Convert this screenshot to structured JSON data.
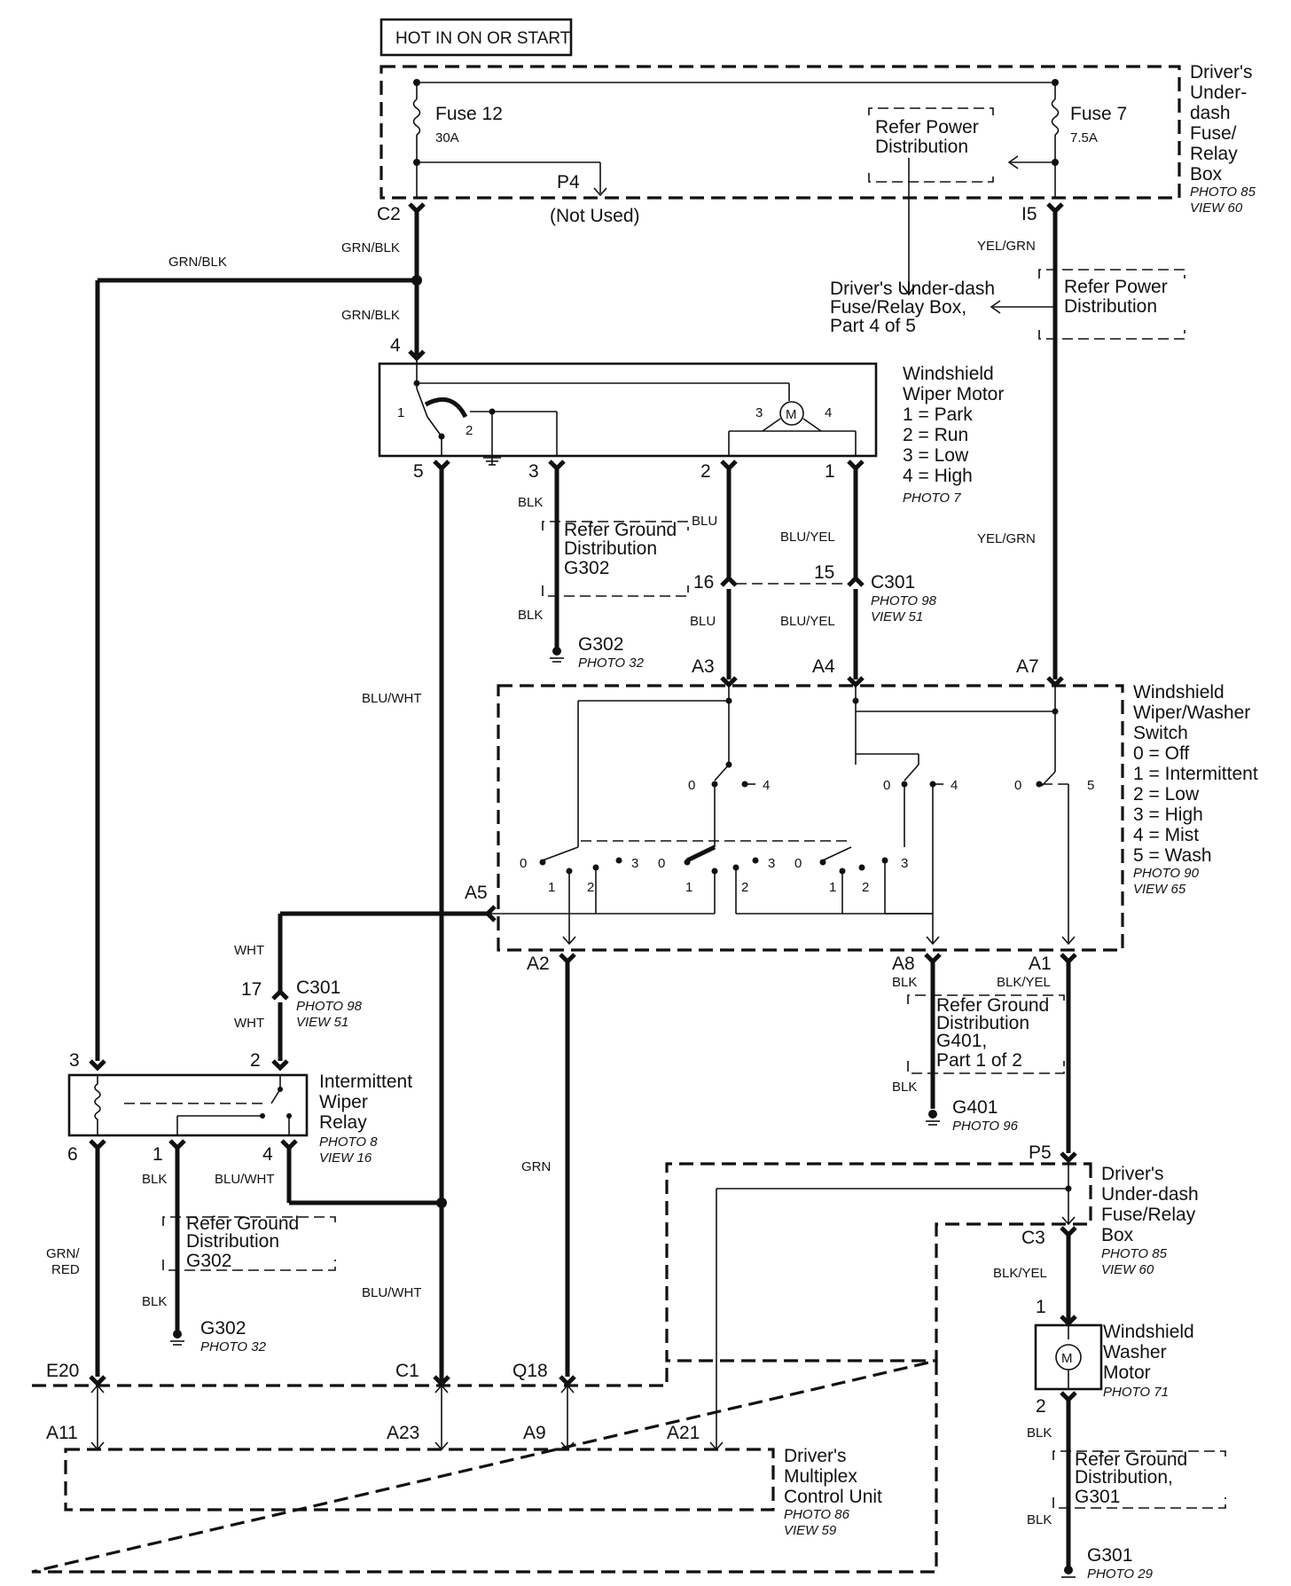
{
  "header_box": "HOT IN ON OR START",
  "fusebox_top": {
    "name": [
      "Driver's",
      "Under-",
      "dash",
      "Fuse/",
      "Relay",
      "Box"
    ],
    "photo": [
      "PHOTO 85",
      "VIEW 60"
    ],
    "fuse12": {
      "name": "Fuse 12",
      "rating": "30A"
    },
    "fuse7": {
      "name": "Fuse 7",
      "rating": "7.5A"
    },
    "refer_power": [
      "Refer Power",
      "Distribution"
    ],
    "p4": "P4",
    "not_used": "(Not Used)",
    "c2": "C2",
    "i5": "I5"
  },
  "wires": {
    "grn_blk": "GRN/BLK",
    "yel_grn": "YEL/GRN",
    "blk": "BLK",
    "blu": "BLU",
    "blu_yel": "BLU/YEL",
    "blu_wht": "BLU/WHT",
    "wht": "WHT",
    "grn": "GRN",
    "blk_yel": "BLK/YEL",
    "grn_red": [
      "GRN/",
      "RED"
    ]
  },
  "fusebox_part4": [
    "Driver's Under-dash",
    "Fuse/Relay Box,",
    "Part 4 of 5"
  ],
  "refer_power_right": [
    "Refer Power",
    "Distribution"
  ],
  "wiper_motor": {
    "title": [
      "Windshield",
      "Wiper Motor"
    ],
    "modes": [
      "1 = Park",
      "2 = Run",
      "3 = Low",
      "4 = High"
    ],
    "photo": "PHOTO 7",
    "pins": {
      "p4": "4",
      "p5": "5",
      "p3": "3",
      "p2": "2",
      "p1": "1"
    },
    "inner": {
      "i1": "1",
      "i2": "2",
      "i3": "3",
      "i4": "4",
      "motor": "M"
    }
  },
  "ground_g302_top": {
    "refer": [
      "Refer Ground",
      "Distribution",
      "G302"
    ],
    "name": "G302",
    "photo": "PHOTO 32"
  },
  "c301_top": {
    "name": "C301",
    "photo": [
      "PHOTO 98",
      "VIEW 51"
    ],
    "pin16": "16",
    "pin15": "15"
  },
  "switch": {
    "title": [
      "Windshield",
      "Wiper/Washer",
      "Switch"
    ],
    "modes": [
      "0 = Off",
      "1 = Intermittent",
      "2 = Low",
      "3 = High",
      "4 = Mist",
      "5 = Wash"
    ],
    "photo": [
      "PHOTO 90",
      "VIEW 65"
    ],
    "pins": {
      "a3": "A3",
      "a4": "A4",
      "a7": "A7",
      "a5": "A5",
      "a2": "A2",
      "a8": "A8",
      "a1": "A1"
    },
    "contacts": {
      "zero": "0",
      "one": "1",
      "two": "2",
      "three": "3",
      "four": "4",
      "five": "5"
    }
  },
  "ground_g401": {
    "refer": [
      "Refer Ground",
      "Distribution",
      "G401,",
      "Part 1 of 2"
    ],
    "name": "G401",
    "photo": "PHOTO 96"
  },
  "c301_mid": {
    "pin17": "17",
    "name": "C301",
    "photo": [
      "PHOTO 98",
      "VIEW 51"
    ]
  },
  "relay": {
    "title": [
      "Intermittent",
      "Wiper",
      "Relay"
    ],
    "photo": [
      "PHOTO 8",
      "VIEW 16"
    ],
    "pins": {
      "p3": "3",
      "p2": "2",
      "p6": "6",
      "p1": "1",
      "p4": "4"
    }
  },
  "ground_g302_bottom": {
    "refer": [
      "Refer Ground",
      "Distribution",
      "G302"
    ],
    "name": "G302",
    "photo": "PHOTO 32"
  },
  "fusebox_bottom": {
    "name": [
      "Driver's",
      "Under-dash",
      "Fuse/Relay",
      "Box"
    ],
    "photo": [
      "PHOTO 85",
      "VIEW 60"
    ],
    "p5": "P5",
    "c3": "C3"
  },
  "washer_motor": {
    "title": [
      "Windshield",
      "Washer",
      "Motor"
    ],
    "photo": "PHOTO 71",
    "pin1": "1",
    "pin2": "2",
    "motor": "M"
  },
  "ground_g301": {
    "refer": [
      "Refer Ground",
      "Distribution,",
      "G301"
    ],
    "name": "G301",
    "photo": "PHOTO 29"
  },
  "mcu": {
    "title": [
      "Driver's",
      "Multiplex",
      "Control Unit"
    ],
    "photo": [
      "PHOTO 86",
      "VIEW 59"
    ],
    "pins": {
      "e20": "E20",
      "c1": "C1",
      "q18": "Q18",
      "a11": "A11",
      "a23": "A23",
      "a9": "A9",
      "a21": "A21"
    }
  }
}
